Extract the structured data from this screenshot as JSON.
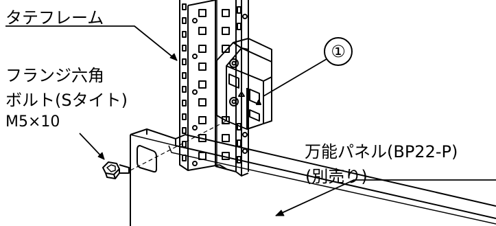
{
  "labels": {
    "frame": "タテフレーム",
    "bolt_line1": "フランジ六角",
    "bolt_line2": "ボルト(Sタイト)",
    "bolt_line3": "M5×10",
    "panel_line1": "万能パネル(BP22-P)",
    "panel_line2": "(別売り)",
    "callout": "①"
  },
  "colors": {
    "ink": "#000000",
    "paper": "#ffffff"
  }
}
